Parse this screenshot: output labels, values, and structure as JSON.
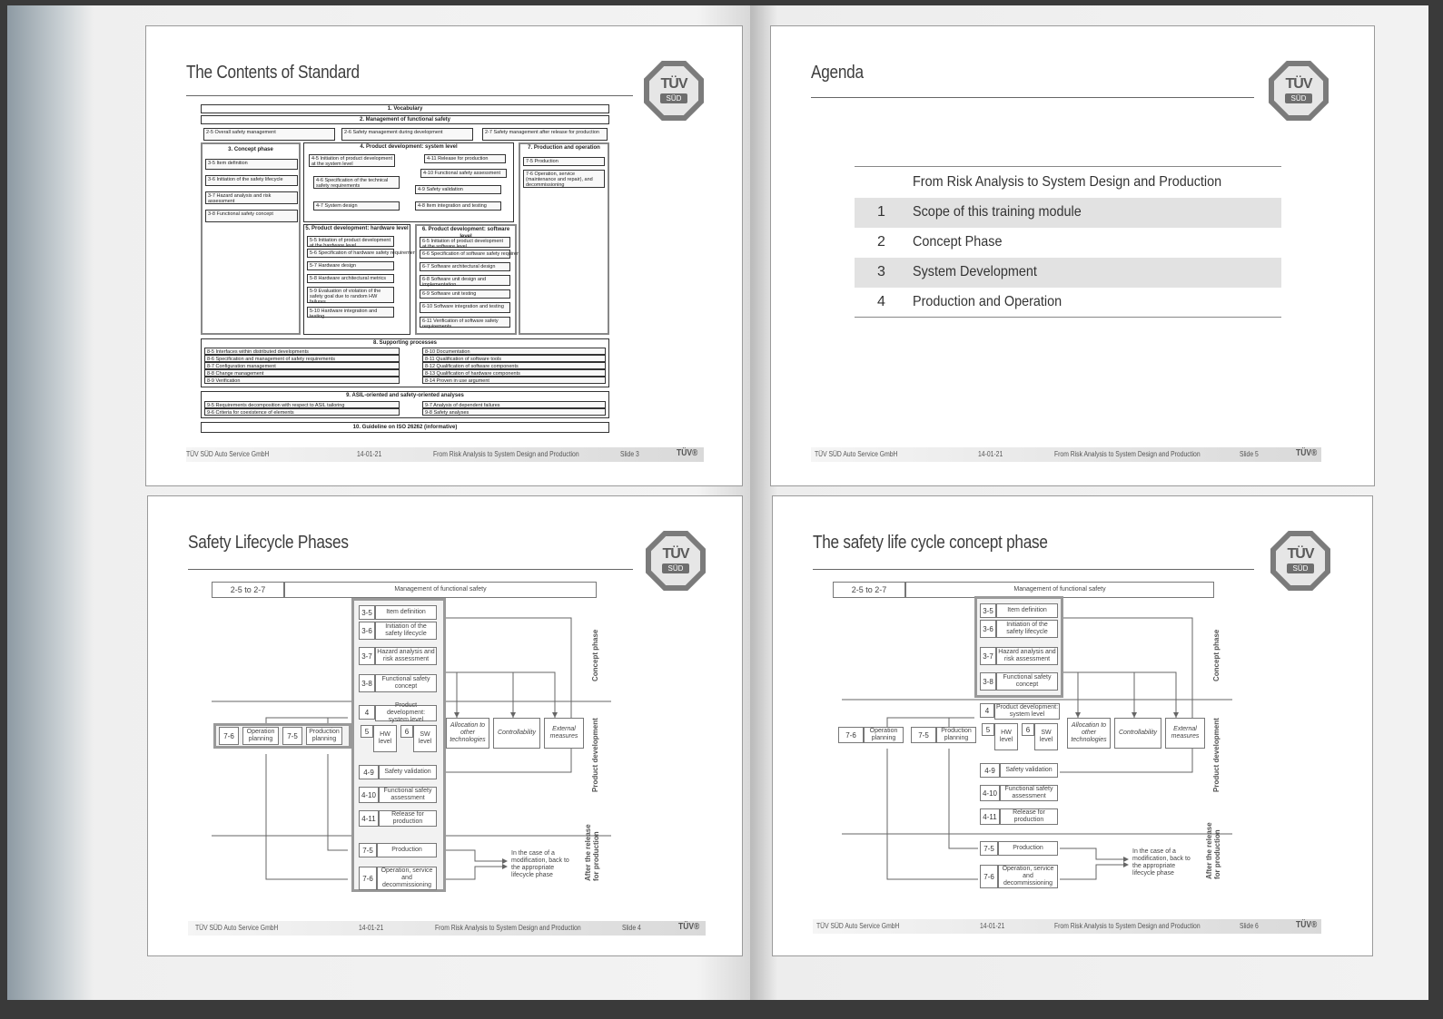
{
  "footer": {
    "company": "TÜV SÜD Auto Service GmbH",
    "date": "14-01-21",
    "course": "From Risk Analysis to System Design and Production",
    "brand": "TÜV®"
  },
  "slide3": {
    "title": "The Contents of Standard",
    "slide_no": "Slide 3",
    "vocabulary": "1. Vocabulary",
    "mgmt": "2. Management of functional safety",
    "mgmt_items": [
      "2-5 Overall safety management",
      "2-6 Safety management during development",
      "2-7 Safety management after release for production"
    ],
    "concept_head": "3. Concept phase",
    "concept_items": [
      "3-5 Item definition",
      "3-6 Initiation of the safety lifecycle",
      "3-7 Hazard analysis and risk assessment",
      "3-8 Functional safety concept"
    ],
    "sys_head": "4. Product development: system level",
    "sys_items": [
      "4-5 Initiation of product development at the system level",
      "4-6 Specification of the technical safety requirements",
      "4-7 System design",
      "4-8 Item integration and testing",
      "4-9 Safety validation",
      "4-10 Functional safety assessment",
      "4-11 Release for production"
    ],
    "prod_head": "7. Production and operation",
    "prod_items": [
      "7-5 Production",
      "7-6 Operation, service (maintenance and repair), and decommissioning"
    ],
    "hw_head": "5. Product development: hardware level",
    "hw_items": [
      "5-5 Initiation of product development at the hardware level",
      "5-6 Specification of hardware safety requirements",
      "5-7 Hardware design",
      "5-8 Hardware architectural metrics",
      "5-9 Evaluation of violation of the safety goal due to random HW failures",
      "5-10 Hardware integration and testing"
    ],
    "sw_head": "6. Product development: software level",
    "sw_items": [
      "6-5 Initiation of product development at the software level",
      "6-6 Specification of software safety requirements",
      "6-7 Software architectural design",
      "6-8 Software unit design and implementation",
      "6-9 Software unit testing",
      "6-10 Software integration and testing",
      "6-11 Verification of software safety requirements"
    ],
    "support_head": "8. Supporting processes",
    "support_left": [
      "8-5 Interfaces within distributed developments",
      "8-6 Specification and management of safety requirements",
      "8-7 Configuration management",
      "8-8 Change management",
      "8-9 Verification"
    ],
    "support_right": [
      "8-10 Documentation",
      "8-11 Qualification of software tools",
      "8-12 Qualification of software components",
      "8-13 Qualification of hardware components",
      "8-14 Proven in use argument"
    ],
    "asil_head": "9. ASIL-oriented and safety-oriented analyses",
    "asil_left": [
      "9-5 Requirements decomposition with respect to ASIL tailoring",
      "9-6 Criteria for coexistence of elements"
    ],
    "asil_right": [
      "9-7 Analysis of dependent failures",
      "9-8 Safety analyses"
    ],
    "guideline": "10. Guideline on ISO 26262 (informative)"
  },
  "slide5": {
    "title": "Agenda",
    "slide_no": "Slide 5",
    "heading": "From Risk Analysis to System Design and Production",
    "items": [
      {
        "num": "1",
        "label": "Scope of this training module"
      },
      {
        "num": "2",
        "label": "Concept Phase"
      },
      {
        "num": "3",
        "label": "System Development"
      },
      {
        "num": "4",
        "label": "Production and Operation"
      }
    ]
  },
  "slide4": {
    "title": "Safety Lifecycle Phases",
    "slide_no": "Slide 4"
  },
  "slide6": {
    "title": "The safety life cycle concept phase",
    "slide_no": "Slide 6"
  },
  "lifecycle": {
    "mgmt_num": "2-5 to 2-7",
    "mgmt_label": "Management of functional safety",
    "steps": [
      {
        "num": "3-5",
        "label": "Item definition"
      },
      {
        "num": "3-6",
        "label": "Initiation of the safety lifecycle"
      },
      {
        "num": "3-7",
        "label": "Hazard analysis and risk assessment"
      },
      {
        "num": "3-8",
        "label": "Functional safety concept"
      }
    ],
    "pd_num": "4",
    "pd_label": "Product development: system level",
    "hw_num": "5",
    "hw_label": "HW level",
    "sw_num": "6",
    "sw_label": "SW level",
    "validation": [
      {
        "num": "4-9",
        "label": "Safety validation"
      },
      {
        "num": "4-10",
        "label": "Functional safety assessment"
      },
      {
        "num": "4-11",
        "label": "Release for production"
      }
    ],
    "production": {
      "num": "7-5",
      "label": "Production"
    },
    "operation": {
      "num": "7-6",
      "label": "Operation, service and decommissioning"
    },
    "op_plan": {
      "num": "7-6",
      "label": "Operation planning"
    },
    "prod_plan": {
      "num": "7-5",
      "label": "Production planning"
    },
    "allocation": "Allocation to other technologies",
    "controllability": "Controllability",
    "external": "External measures",
    "note": "In the case of a modification, back to the appropriate lifecycle phase",
    "phase_concept": "Concept phase",
    "phase_product": "Product development",
    "phase_after": "After the release for production"
  }
}
